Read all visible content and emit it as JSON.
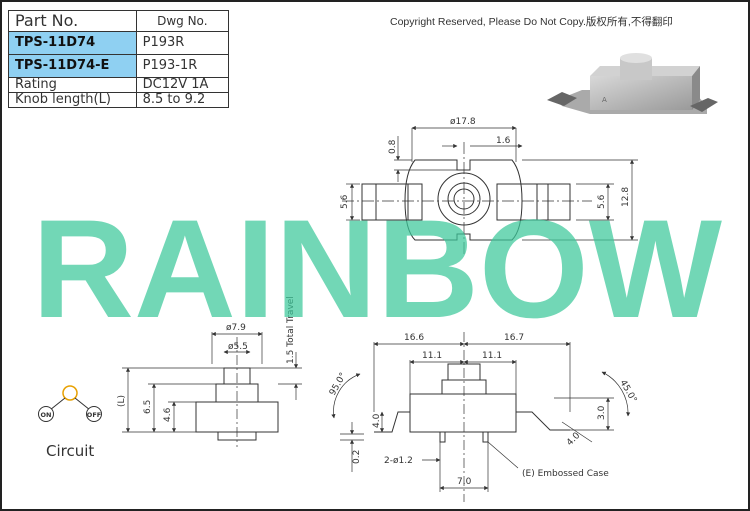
{
  "table": {
    "header": {
      "part_no": "Part No.",
      "dwg_no": "Dwg No."
    },
    "parts": [
      {
        "part": "TPS-11D74",
        "dwg": "P193R"
      },
      {
        "part": "TPS-11D74-E",
        "dwg": "P193-1R"
      }
    ],
    "specs": [
      {
        "label": "Rating",
        "value": "DC12V 1A"
      },
      {
        "label": "Knob length(L)",
        "value": "8.5 to 9.2"
      }
    ]
  },
  "copyright": "Copyright Reserved, Please Do Not Copy.版权所有,不得翻印",
  "watermark": "RAINBOW",
  "dimensions": {
    "d17_8": "ø17.8",
    "d1_6": "1.6",
    "d0_8": "0.8",
    "d5_6_left": "5.6",
    "d5_6_right": "5.6",
    "d12_8": "12.8",
    "d7_9": "ø7.9",
    "d5_5": "ø5.5",
    "travel": "1.5 Total Travel",
    "L": "(L)",
    "d6_5": "6.5",
    "d4_6": "4.6",
    "d16_6": "16.6",
    "d16_7": "16.7",
    "d11_1_left": "11.1",
    "d11_1_right": "11.1",
    "angle_left": "95.0°",
    "angle_right": "45.0°",
    "d4_0_left": "4.0",
    "d4_0_right": "4.0",
    "d3_0": "3.0",
    "d0_2": "0.2",
    "pins": "2-ø1.2",
    "d7_0": "7.0",
    "embossed": "(E) Embossed Case"
  },
  "circuit": {
    "label": "Circuit",
    "on": "ON",
    "off": "OFF"
  }
}
